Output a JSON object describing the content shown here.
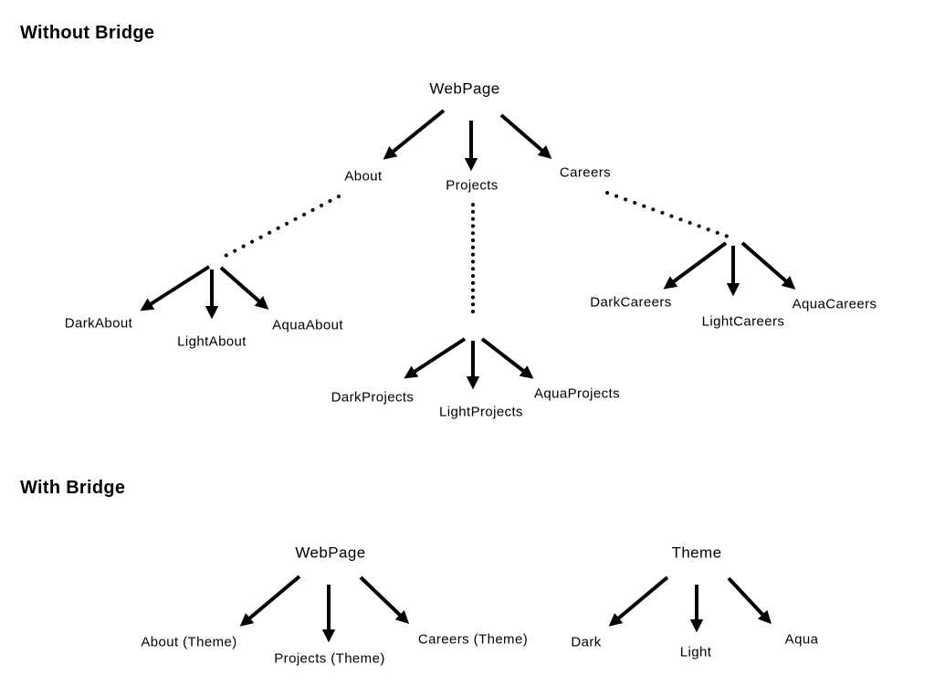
{
  "colors": {
    "ink": "#000000",
    "background": "#ffffff"
  },
  "headings": {
    "top": "Without Bridge",
    "bottom": "With Bridge"
  },
  "diagrams": {
    "without_bridge": {
      "title": "Without Bridge",
      "nodes": {
        "webpage": "WebPage",
        "about": "About",
        "projects": "Projects",
        "careers": "Careers",
        "dark_about": "DarkAbout",
        "light_about": "LightAbout",
        "aqua_about": "AquaAbout",
        "dark_projects": "DarkProjects",
        "light_projects": "LightProjects",
        "aqua_projects": "AquaProjects",
        "dark_careers": "DarkCareers",
        "light_careers": "LightCareers",
        "aqua_careers": "AquaCareers"
      },
      "edges": [
        {
          "from": "WebPage",
          "to": "About",
          "style": "solid-arrow"
        },
        {
          "from": "WebPage",
          "to": "Projects",
          "style": "solid-arrow"
        },
        {
          "from": "WebPage",
          "to": "Careers",
          "style": "solid-arrow"
        },
        {
          "from": "About",
          "to": "DarkAbout",
          "style": "dotted-link-then-arrow"
        },
        {
          "from": "About",
          "to": "LightAbout",
          "style": "dotted-link-then-arrow"
        },
        {
          "from": "About",
          "to": "AquaAbout",
          "style": "dotted-link-then-arrow"
        },
        {
          "from": "Projects",
          "to": "DarkProjects",
          "style": "dotted-link-then-arrow"
        },
        {
          "from": "Projects",
          "to": "LightProjects",
          "style": "dotted-link-then-arrow"
        },
        {
          "from": "Projects",
          "to": "AquaProjects",
          "style": "dotted-link-then-arrow"
        },
        {
          "from": "Careers",
          "to": "DarkCareers",
          "style": "dotted-link-then-arrow"
        },
        {
          "from": "Careers",
          "to": "LightCareers",
          "style": "dotted-link-then-arrow"
        },
        {
          "from": "Careers",
          "to": "AquaCareers",
          "style": "dotted-link-then-arrow"
        }
      ]
    },
    "with_bridge": {
      "title": "With Bridge",
      "nodes": {
        "webpage": "WebPage",
        "about_theme": "About (Theme)",
        "projects_theme": "Projects (Theme)",
        "careers_theme": "Careers (Theme)",
        "theme": "Theme",
        "dark": "Dark",
        "light": "Light",
        "aqua": "Aqua"
      },
      "edges": [
        {
          "from": "WebPage",
          "to": "About (Theme)",
          "style": "solid-arrow"
        },
        {
          "from": "WebPage",
          "to": "Projects (Theme)",
          "style": "solid-arrow"
        },
        {
          "from": "WebPage",
          "to": "Careers (Theme)",
          "style": "solid-arrow"
        },
        {
          "from": "Theme",
          "to": "Dark",
          "style": "solid-arrow"
        },
        {
          "from": "Theme",
          "to": "Light",
          "style": "solid-arrow"
        },
        {
          "from": "Theme",
          "to": "Aqua",
          "style": "solid-arrow"
        }
      ]
    }
  }
}
